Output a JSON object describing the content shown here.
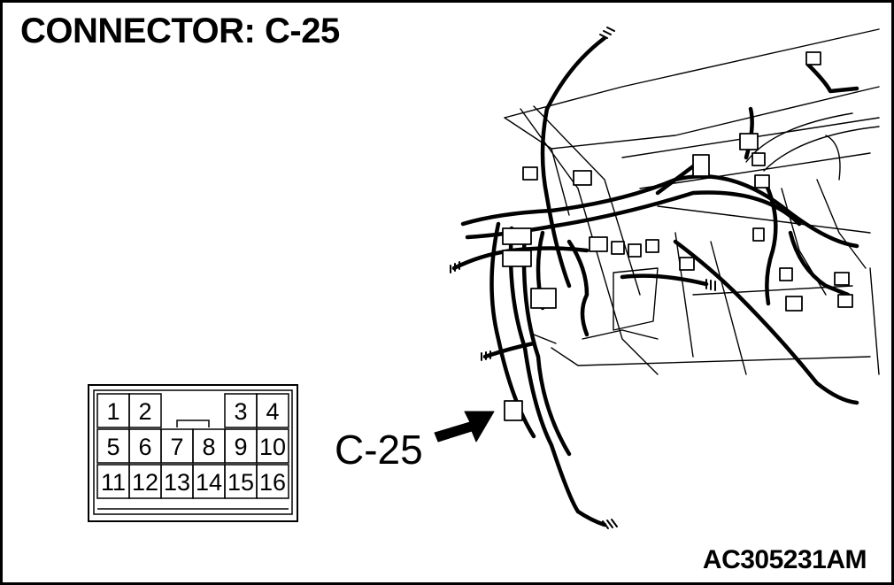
{
  "title": "CONNECTOR: C-25",
  "callout_label": "C-25",
  "figure_code": "AC305231AM",
  "connector_pins": {
    "row1": [
      "1",
      "2",
      "3",
      "4"
    ],
    "row2": [
      "5",
      "6",
      "7",
      "8",
      "9",
      "10"
    ],
    "row3": [
      "11",
      "12",
      "13",
      "14",
      "15",
      "16"
    ]
  },
  "colors": {
    "line": "#000000",
    "background": "#ffffff"
  }
}
